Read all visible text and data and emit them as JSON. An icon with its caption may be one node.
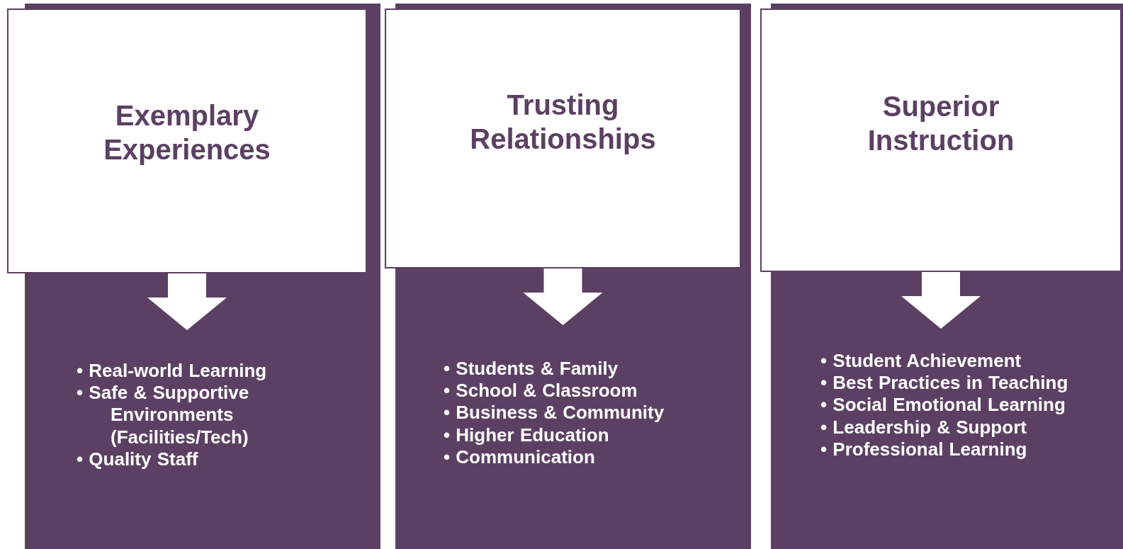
{
  "diagram": {
    "nodes": [
      {
        "text": [
          "Exemplary Experiences"
        ]
      },
      {
        "text": [
          "• Real-world Learning",
          "• Safe & Supportive Environments (Facilities/Tech)",
          "• Quality Staff"
        ]
      },
      {
        "text": [
          "Trusting Relationships"
        ]
      },
      {
        "text": [
          "• Students & Family",
          "• School & Classroom",
          "• Business & Community",
          "• Higher Education",
          "• Communication"
        ]
      },
      {
        "text": [
          "Superior Instruction"
        ]
      },
      {
        "text": [
          "• Student Achievement",
          "• Best Practices in Teaching",
          "• Social Emotional Learning",
          "• Leadership & Support",
          "• Professional Learning"
        ]
      }
    ],
    "edges": [
      {
        "from": 0,
        "to": 1,
        "arrow": "to"
      },
      {
        "from": 2,
        "to": 3,
        "arrow": "to"
      },
      {
        "from": 4,
        "to": 5,
        "arrow": "to"
      }
    ]
  }
}
